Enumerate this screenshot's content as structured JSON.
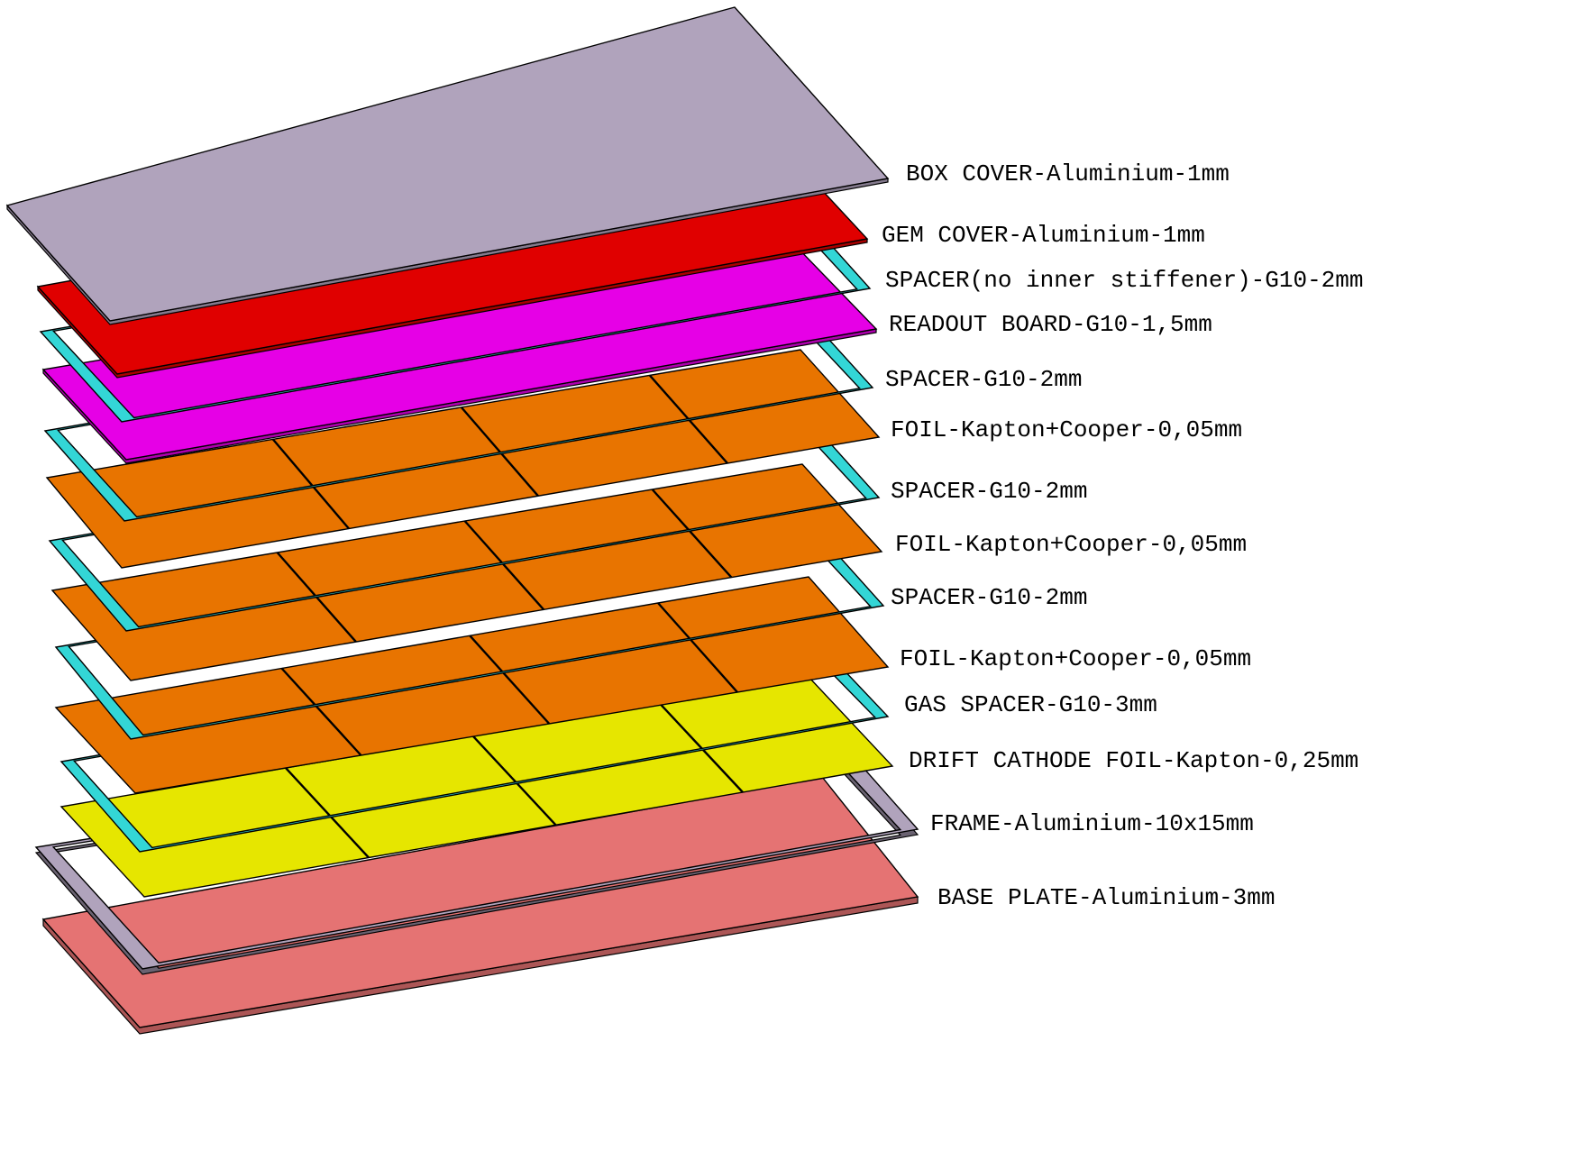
{
  "layers": [
    {
      "id": "box-cover",
      "label": "BOX COVER-Aluminium-1mm",
      "kind": "plate",
      "color": "#b0a3bc"
    },
    {
      "id": "gem-cover",
      "label": "GEM COVER-Aluminium-1mm",
      "kind": "plate",
      "color": "#e00000"
    },
    {
      "id": "spacer-no-stiffener",
      "label": "SPACER(no inner stiffener)-G10-2mm",
      "kind": "spacer",
      "color": "#33d6d6"
    },
    {
      "id": "readout-board",
      "label": "READOUT BOARD-G10-1,5mm",
      "kind": "plate",
      "color": "#e600e6"
    },
    {
      "id": "spacer-1",
      "label": "SPACER-G10-2mm",
      "kind": "spacer",
      "color": "#33d6d6"
    },
    {
      "id": "foil-1",
      "label": "FOIL-Kapton+Cooper-0,05mm",
      "kind": "foil",
      "color": "#e87400"
    },
    {
      "id": "spacer-2",
      "label": "SPACER-G10-2mm",
      "kind": "spacer",
      "color": "#33d6d6"
    },
    {
      "id": "foil-2",
      "label": "FOIL-Kapton+Cooper-0,05mm",
      "kind": "foil",
      "color": "#e87400"
    },
    {
      "id": "spacer-3",
      "label": "SPACER-G10-2mm",
      "kind": "spacer",
      "color": "#33d6d6"
    },
    {
      "id": "foil-3",
      "label": "FOIL-Kapton+Cooper-0,05mm",
      "kind": "foil",
      "color": "#e87400"
    },
    {
      "id": "gas-spacer",
      "label": "GAS SPACER-G10-3mm",
      "kind": "spacer",
      "color": "#33d6d6"
    },
    {
      "id": "drift-cathode",
      "label": "DRIFT CATHODE FOIL-Kapton-0,25mm",
      "kind": "foil",
      "color": "#e6e600"
    },
    {
      "id": "frame",
      "label": "FRAME-Aluminium-10x15mm",
      "kind": "frame",
      "color": "#b0a3bc"
    },
    {
      "id": "base-plate",
      "label": "BASE PLATE-Aluminium-3mm",
      "kind": "plate",
      "color": "#e57373"
    }
  ]
}
